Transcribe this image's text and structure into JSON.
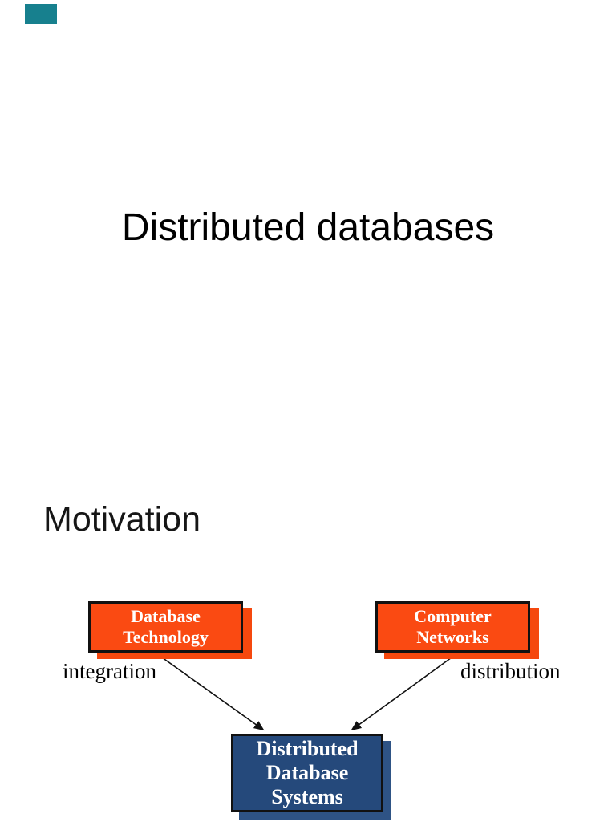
{
  "document": {
    "page_background": "#FFFFFF"
  },
  "title_slide": {
    "title": "Distributed databases"
  },
  "motivation_slide": {
    "heading": "Motivation",
    "diagram": {
      "nodes": {
        "database_technology": {
          "line1": "Database",
          "line2": "Technology"
        },
        "computer_networks": {
          "line1": "Computer",
          "line2": "Networks"
        },
        "distributed_database_systems": {
          "line1": "Distributed",
          "line2": "Database",
          "line3": "Systems"
        }
      },
      "edge_labels": {
        "left": "integration",
        "right": "distribution"
      }
    }
  },
  "colors": {
    "node_orange": "#FA4A12",
    "node_orange_shadow": "#F5480E",
    "node_blue": "#25497B",
    "node_blue_shadow": "#2E5385",
    "node_border": "#111111",
    "arrow": "#111111",
    "corner_marker_teal": "#17808E",
    "text_primary": "#000000",
    "node_text": "#FFFFFF"
  }
}
